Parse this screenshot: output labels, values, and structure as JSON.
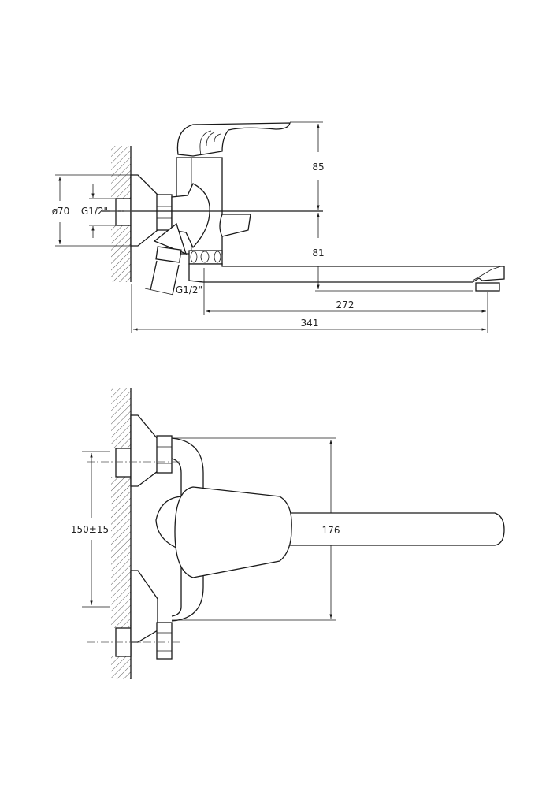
{
  "side_view": {
    "dim_handle_height": "85",
    "dim_spout_height": "81",
    "dim_spout_reach": "272",
    "dim_total_reach": "341",
    "dim_flange_diameter": "ø70",
    "inlet_thread": "G1/2\"",
    "outlet_thread": "G1/2\""
  },
  "front_view": {
    "dim_inlet_spacing": "150±15",
    "dim_body_height": "176"
  }
}
